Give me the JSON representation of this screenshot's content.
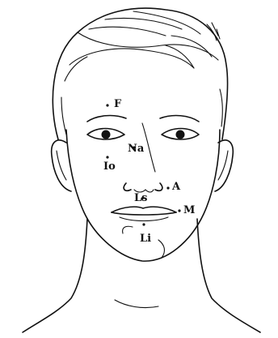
{
  "landmarks": {
    "F": "F",
    "Na": "Na",
    "Io": "Io",
    "A": "A",
    "Ls": "Ls",
    "M": "M",
    "Li": "Li"
  }
}
